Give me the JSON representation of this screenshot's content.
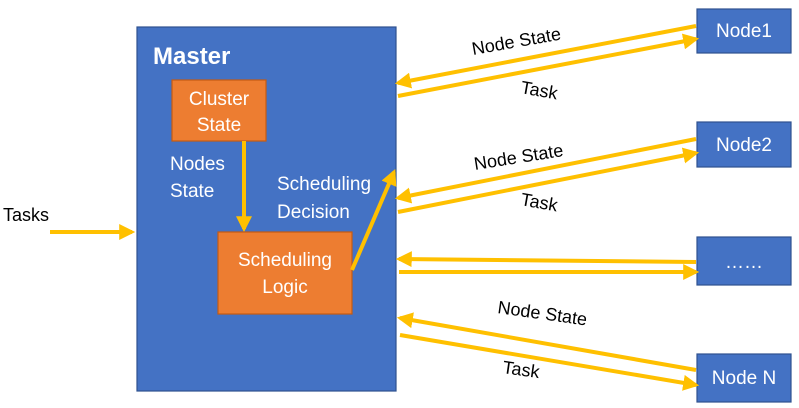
{
  "master": {
    "title": "Master"
  },
  "cluster_state": {
    "line1": "Cluster",
    "line2": "State"
  },
  "nodes_state_label": {
    "line1": "Nodes",
    "line2": "State"
  },
  "scheduling_decision_label": {
    "line1": "Scheduling",
    "line2": "Decision"
  },
  "scheduling_logic": {
    "line1": "Scheduling",
    "line2": "Logic"
  },
  "tasks_label": "Tasks",
  "nodes": [
    {
      "label": "Node1"
    },
    {
      "label": "Node2"
    },
    {
      "label": "……"
    },
    {
      "label": "Node N"
    }
  ],
  "edge_labels": {
    "node1_state": "Node State",
    "node1_task": "Task",
    "node2_state": "Node State",
    "node2_task": "Task",
    "nodeN_state": "Node State",
    "nodeN_task": "Task"
  },
  "colors": {
    "box_blue": "#4472c4",
    "box_orange": "#ed7d31",
    "arrow_yellow": "#ffc000"
  }
}
